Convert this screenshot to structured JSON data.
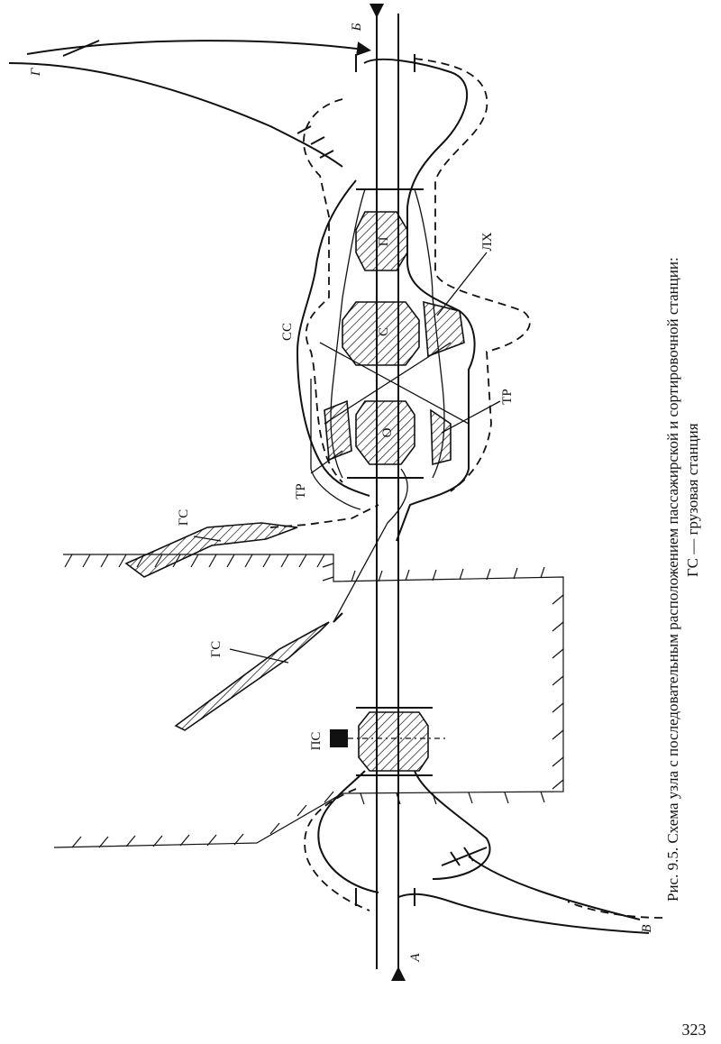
{
  "caption": {
    "line1": "Рис. 9.5. Схема узла с последовательным расположением пассажирской и сортировочной станции:",
    "line2": "ГС — грузовая станция"
  },
  "page_number": "323",
  "labels": {
    "dir_a": "А",
    "dir_b": "Б",
    "dir_v": "В",
    "dir_g": "Г",
    "ps": "ПС",
    "gs_top": "ГС",
    "gs_bottom": "ГС",
    "ss": "СС",
    "tr_left": "ТР",
    "tr_right": "ТР",
    "lh": "ЛХ",
    "park_p": "П",
    "park_s": "С",
    "park_o": "О"
  }
}
